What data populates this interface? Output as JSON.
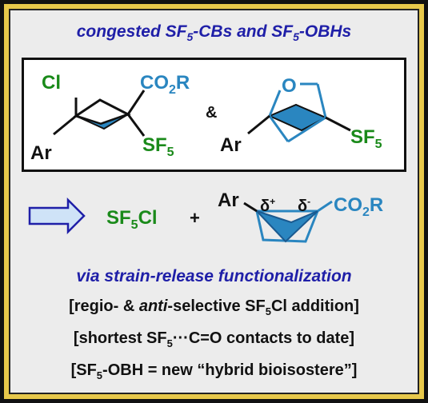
{
  "title": {
    "prefix": "congested SF",
    "sub1": "5",
    "mid": "-CBs and SF",
    "sub2": "5",
    "suffix": "-OBHs"
  },
  "structure1": {
    "cl": "Cl",
    "co2r_prefix": "CO",
    "co2r_sub": "2",
    "co2r_suffix": "R",
    "ar": "Ar",
    "sf5_prefix": "SF",
    "sf5_sub": "5"
  },
  "ampersand": "&",
  "structure2": {
    "o": "O",
    "ar": "Ar",
    "sf5_prefix": "SF",
    "sf5_sub": "5"
  },
  "reagent": {
    "prefix": "SF",
    "sub": "5",
    "suffix": "Cl",
    "plus": "+"
  },
  "bcb": {
    "ar": "Ar",
    "delta_plus": "δ",
    "plus_sign": "+",
    "delta_minus": "δ",
    "minus_sign": "-",
    "co2r_prefix": "CO",
    "co2r_sub": "2",
    "co2r_suffix": "R"
  },
  "subtitle": "via strain-release functionalization",
  "bullets": {
    "b1_prefix": "[regio- & ",
    "b1_italic": "anti",
    "b1_suffix": "-selective SF",
    "b1_sub": "5",
    "b1_end": "Cl addition]",
    "b2_prefix": "[shortest SF",
    "b2_sub": "5",
    "b2_dots": "···",
    "b2_suffix": "C=O contacts to date]",
    "b3_prefix": "[SF",
    "b3_sub": "5",
    "b3_suffix": "-OBH = new “hybrid bioisostere”]"
  },
  "colors": {
    "title_blue": "#1f1fa8",
    "green": "#1a8a1a",
    "teal": "#2a86c0",
    "frame_gold": "#e7c84b"
  }
}
